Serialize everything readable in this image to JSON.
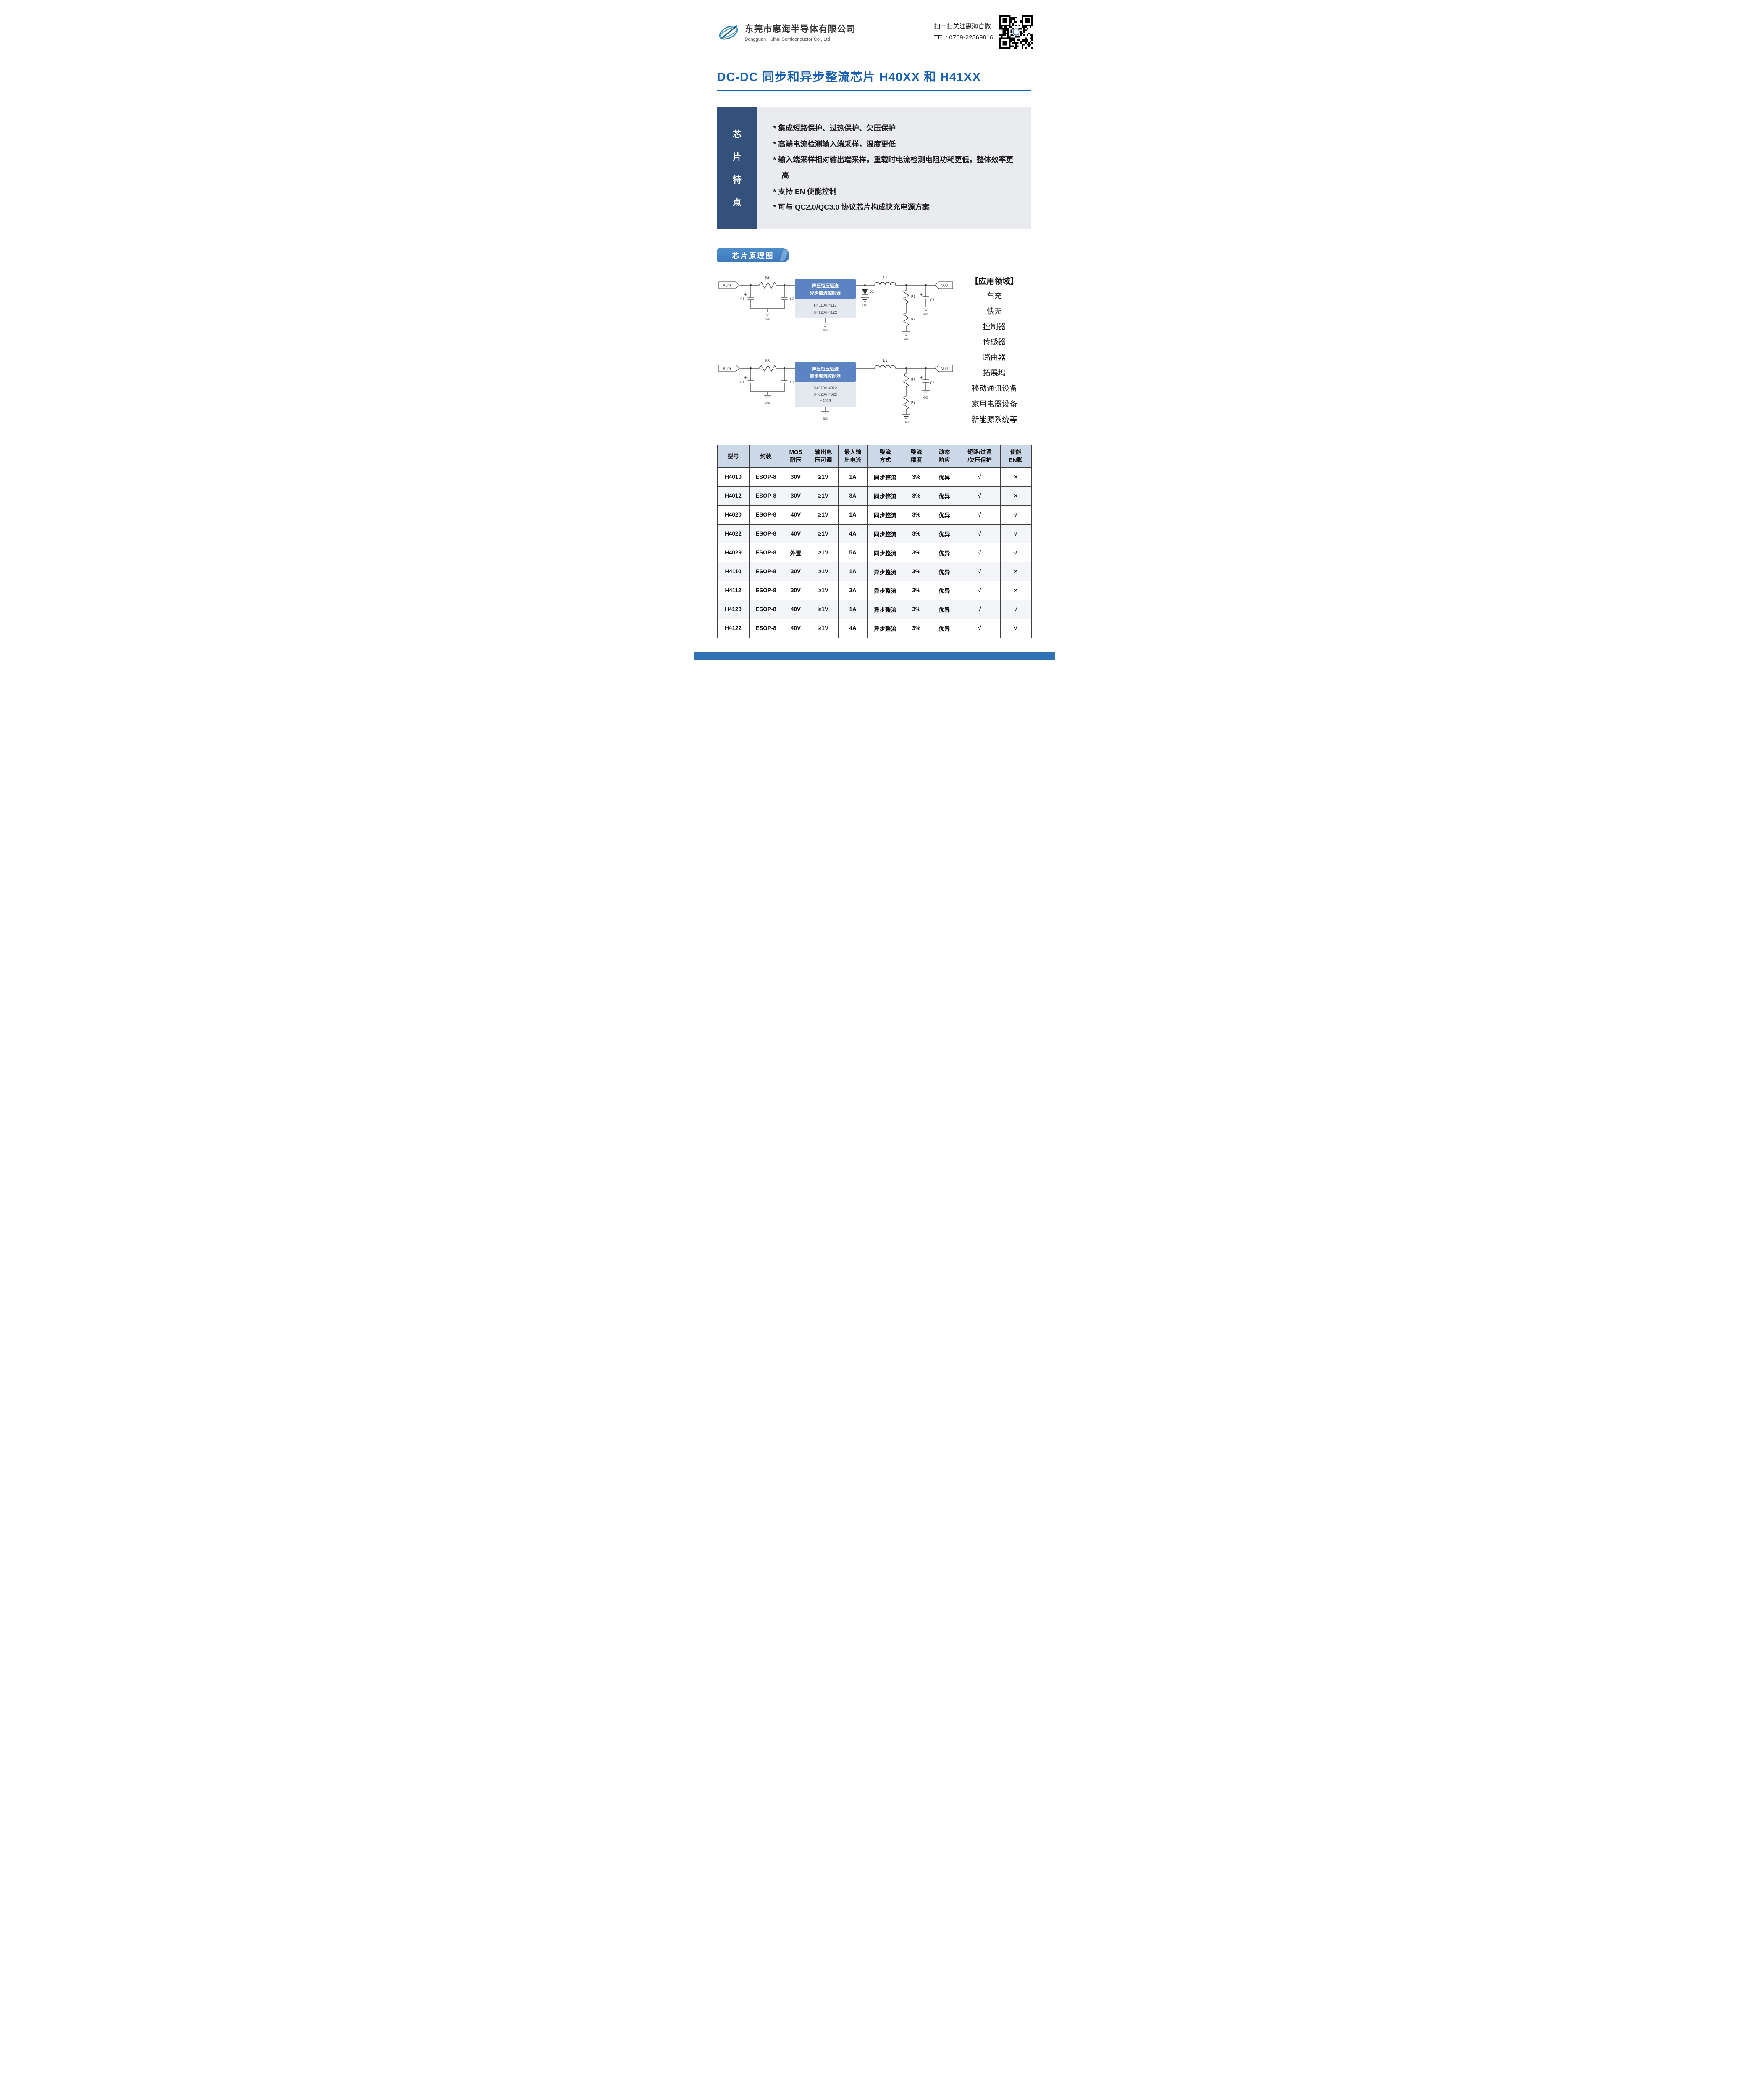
{
  "header": {
    "company_name_cn": "东莞市惠海半导体有限公司",
    "company_name_en": "Dongguan Huihai Semiconductor Co., Ltd",
    "qr_caption": "扫一扫关注惠海官微",
    "tel": "TEL: 0769-22369816"
  },
  "title": "DC-DC 同步和异步整流芯片 H40XX 和 H41XX",
  "features": {
    "sidebar_chars": [
      "芯",
      "片",
      "特",
      "点"
    ],
    "items": [
      "* 集成短路保护、过热保护、欠压保护",
      "* 高端电流检测输入端采样，温度更低",
      "* 输入端采样相对输出端采样，重载时电流检测电阻功耗更低，整体效率更高",
      "* 支持 EN 使能控制",
      "* 可与 QC2.0/QC3.0 协议芯片构成快充电源方案"
    ]
  },
  "schematics": {
    "section_heading": "芯片原理图",
    "async": {
      "chip_title_line1": "降压恒压恒流",
      "chip_title_line2": "异步整流控制器",
      "models": [
        "H4110/H4112",
        "H4120/H4122"
      ],
      "labels": {
        "vin": "Vin+",
        "rs": "RS",
        "c1": "C1",
        "c2": "C2",
        "d1": "D1",
        "l1": "L1",
        "r1": "R1",
        "r2": "R2",
        "cout": "C3",
        "vout": "VOUT",
        "gnd": "GND"
      }
    },
    "sync": {
      "chip_title_line1": "降压恒压恒流",
      "chip_title_line2": "同步整流控制器",
      "models": [
        "H4010/H4012",
        "H4020/H4022",
        "H4029"
      ],
      "labels": {
        "vin": "Vin+",
        "rs": "RS",
        "c1": "C1",
        "c2": "C2",
        "l1": "L1",
        "r1": "R1",
        "r2": "R2",
        "cout": "C2",
        "vout": "VOUT",
        "gnd": "GND"
      }
    }
  },
  "applications": {
    "heading": "【应用领域】",
    "items": [
      "车充",
      "快充",
      "控制器",
      "传感器",
      "路由器",
      "拓展坞",
      "移动通讯设备",
      "家用电器设备",
      "新能源系统等"
    ]
  },
  "table": {
    "headers": [
      "型号",
      "封装",
      "MOS\n耐压",
      "输出电\n压可调",
      "最大输\n出电流",
      "整流\n方式",
      "整流\n精度",
      "动态\n响应",
      "短路/过温\n/欠压保护",
      "使能\nEN脚"
    ],
    "rows": [
      [
        "H4010",
        "ESOP-8",
        "30V",
        "≥1V",
        "1A",
        "同步整流",
        "3%",
        "优异",
        "√",
        "×"
      ],
      [
        "H4012",
        "ESOP-8",
        "30V",
        "≥1V",
        "3A",
        "同步整流",
        "3%",
        "优异",
        "√",
        "×"
      ],
      [
        "H4020",
        "ESOP-8",
        "40V",
        "≥1V",
        "1A",
        "同步整流",
        "3%",
        "优异",
        "√",
        "√"
      ],
      [
        "H4022",
        "ESOP-8",
        "40V",
        "≥1V",
        "4A",
        "同步整流",
        "3%",
        "优异",
        "√",
        "√"
      ],
      [
        "H4029",
        "ESOP-8",
        "外置",
        "≥1V",
        "5A",
        "同步整流",
        "3%",
        "优异",
        "√",
        "√"
      ],
      [
        "H4110",
        "ESOP-8",
        "30V",
        "≥1V",
        "1A",
        "异步整流",
        "3%",
        "优异",
        "√",
        "×"
      ],
      [
        "H4112",
        "ESOP-8",
        "30V",
        "≥1V",
        "3A",
        "异步整流",
        "3%",
        "优异",
        "√",
        "×"
      ],
      [
        "H4120",
        "ESOP-8",
        "40V",
        "≥1V",
        "1A",
        "异步整流",
        "3%",
        "优异",
        "√",
        "√"
      ],
      [
        "H4122",
        "ESOP-8",
        "40V",
        "≥1V",
        "4A",
        "异步整流",
        "3%",
        "优异",
        "√",
        "√"
      ]
    ]
  },
  "colors": {
    "accent_blue": "#1961ae",
    "sidebar_navy": "#34517c",
    "ribbon_blue": "#3e7cc0",
    "chip_header_blue": "#5d84c2",
    "table_header_bg": "#ccd8e8",
    "footer_bar_blue": "#2e73b8"
  }
}
